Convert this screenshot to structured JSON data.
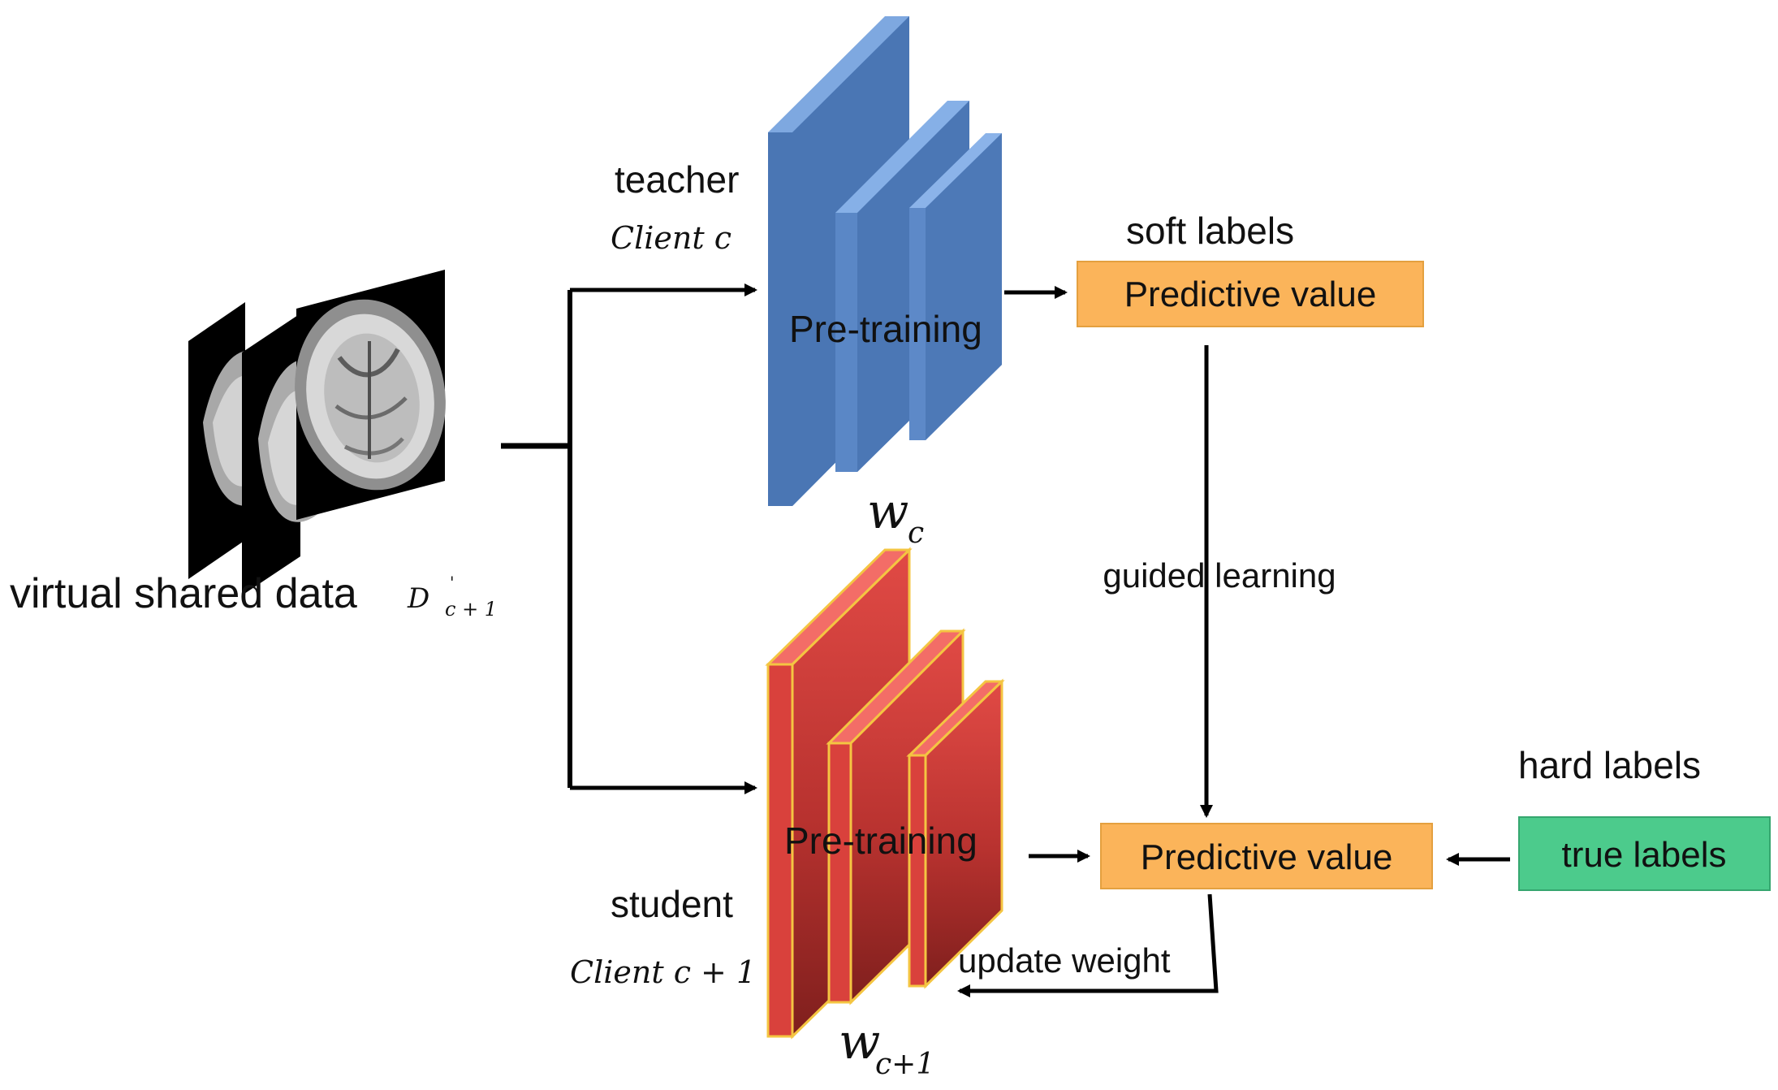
{
  "input": {
    "label": "virtual shared data",
    "math_symbol": "D",
    "math_prime": "'",
    "math_subscript": "c + 1"
  },
  "teacher": {
    "role": "teacher",
    "client": "Client c",
    "pretraining": "Pre-training",
    "weight_symbol": "w",
    "weight_subscript": "c"
  },
  "student": {
    "role": "student",
    "client": "Client c + 1",
    "pretraining": "Pre-training",
    "weight_symbol": "w",
    "weight_subscript": "c+1"
  },
  "soft_labels": {
    "title": "soft labels",
    "box_label": "Predictive value"
  },
  "student_output": {
    "box_label": "Predictive value"
  },
  "hard_labels": {
    "title": "hard labels",
    "box_label": "true labels"
  },
  "edges": {
    "guided": "guided learning",
    "update": "update weight"
  },
  "colors": {
    "teacher_blue": "#4a76b4",
    "teacher_blue_light": "#6f9ad5",
    "student_red": "#d9413c",
    "student_red_dark": "#7f1f1d",
    "student_border": "#f4c542",
    "orange_box": "#fbb45a",
    "green_box": "#4ccb8c"
  }
}
